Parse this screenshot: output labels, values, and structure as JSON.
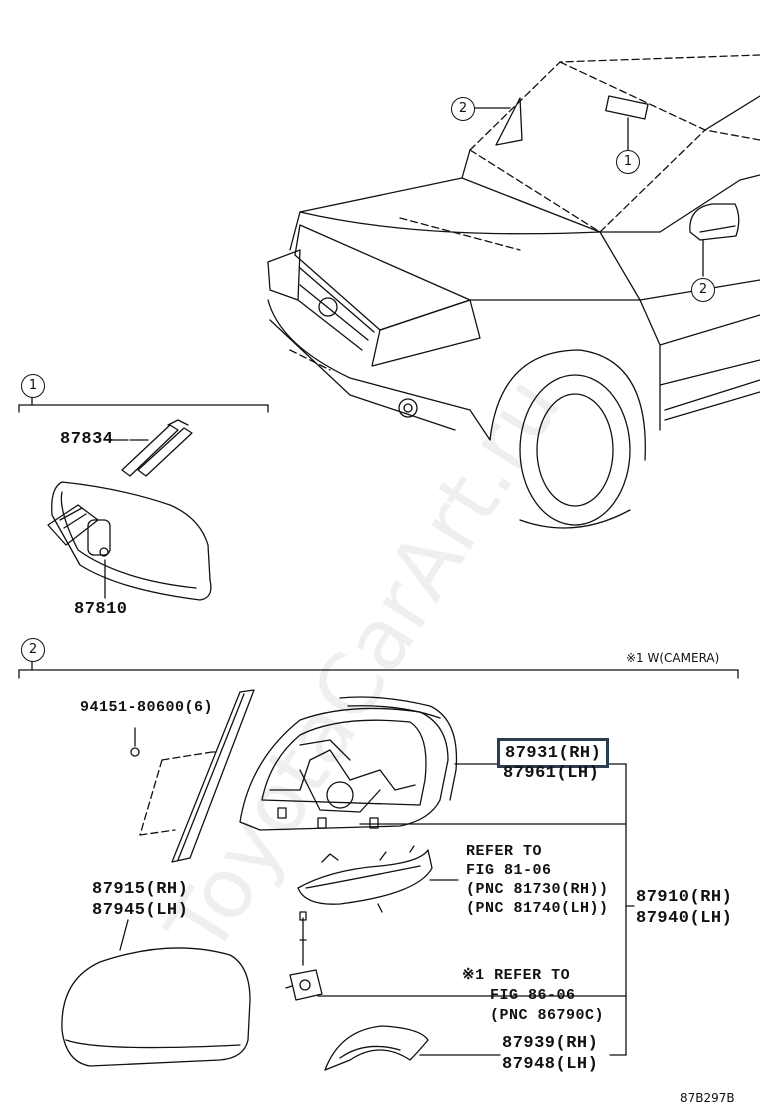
{
  "callouts": {
    "one": "1",
    "two": "2"
  },
  "sections": {
    "inner_mirror": {
      "parts": {
        "bracket": "87834",
        "mirror": "87810"
      }
    },
    "outer_mirror": {
      "variant_note": "※1 W(CAMERA)",
      "screw": "94151-80600(6)",
      "assy_rh": "87931(RH)",
      "assy_lh": "87961(LH)",
      "cover_rh": "87915(RH)",
      "cover_lh": "87945(LH)",
      "refer_turn": [
        "REFER TO",
        "FIG 81-06",
        "(PNC 81730(RH))",
        "(PNC 81740(LH))"
      ],
      "refer_camera": [
        "※1 REFER TO",
        "FIG 86-06",
        "(PNC 86790C)"
      ],
      "outer_rh": "87910(RH)",
      "outer_lh": "87940(LH)",
      "garnish_rh": "87939(RH)",
      "garnish_lh": "87948(LH)"
    }
  },
  "figure_code": "87B297B",
  "watermark": "ToyotaCarArt.ru",
  "colors": {
    "line": "#111111",
    "highlight": "#2b3d4f"
  }
}
